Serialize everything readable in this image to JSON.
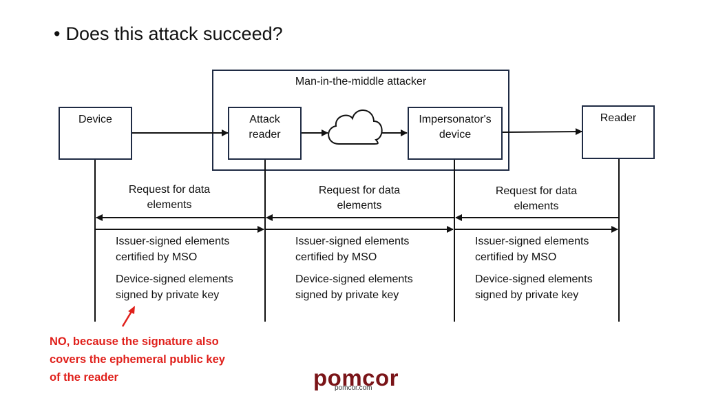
{
  "title": {
    "bullet": "•",
    "text": "Does this attack succeed?"
  },
  "mitm": {
    "label": "Man-in-the-middle attacker"
  },
  "entities": {
    "device": "Device",
    "attack_reader": "Attack\nreader",
    "impersonator": "Impersonator's\ndevice",
    "reader": "Reader"
  },
  "segments": [
    {
      "request": "Request for data\nelements",
      "issuer": "Issuer-signed elements\ncertified by MSO",
      "device_signed": "Device-signed elements\nsigned by private key"
    },
    {
      "request": "Request for data\nelements",
      "issuer": "Issuer-signed elements\ncertified by MSO",
      "device_signed": "Device-signed elements\nsigned by private key"
    },
    {
      "request": "Request for data\nelements",
      "issuer": "Issuer-signed elements\ncertified by MSO",
      "device_signed": "Device-signed elements\nsigned by private key"
    }
  ],
  "conclusion": "NO, because the signature also\ncovers the ephemeral public key\nof the reader",
  "logo": {
    "name": "pomcor",
    "url": "pomcor.com"
  },
  "colors": {
    "box_border": "#1f2b44",
    "line": "#111111",
    "highlight": "#e0201b",
    "logo": "#7a1418"
  }
}
